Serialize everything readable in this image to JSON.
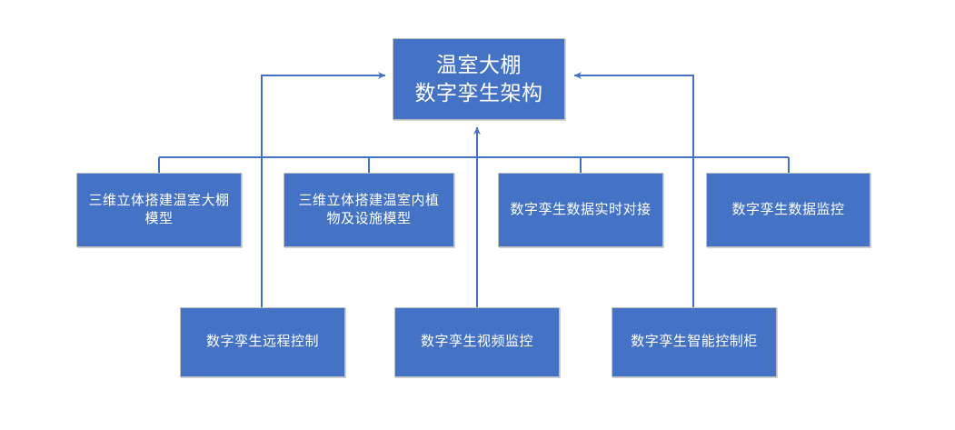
{
  "diagram": {
    "title": "温室大棚数字孪生架构",
    "accent_color": "#4472C4",
    "line_color": "#4472C4",
    "border_color": "#BFBFBF",
    "text_color": "#FFFFFF",
    "background_color": "#FFFFFF",
    "root": {
      "label": "温室大棚\n数字孪生架构",
      "line1": "温室大棚",
      "line2": "数字孪生架构"
    },
    "level2": [
      {
        "label": "三维立体搭建温室大棚模型",
        "line1": "三维立体搭建温室大",
        "line2": "棚模型"
      },
      {
        "label": "三维立体搭建温室内植物及设施模型",
        "line1": "三维立体搭建温室内",
        "line2": "植物及设施模型"
      },
      {
        "label": "数字孪生数据实时对接",
        "line1": "数字孪生",
        "line2": "数据实时对接"
      },
      {
        "label": "数字孪生数据监控",
        "line1": "数字孪生",
        "line2": "数据监控"
      }
    ],
    "level3": [
      {
        "label": "数字孪生远程控制",
        "line1": "数字孪生",
        "line2": "远程控制"
      },
      {
        "label": "数字孪生视频监控",
        "line1": "数字孪生",
        "line2": "视频监控"
      },
      {
        "label": "数字孪生智能控制柜",
        "line1": "数字孪生",
        "line2": "智能控制柜"
      }
    ]
  }
}
